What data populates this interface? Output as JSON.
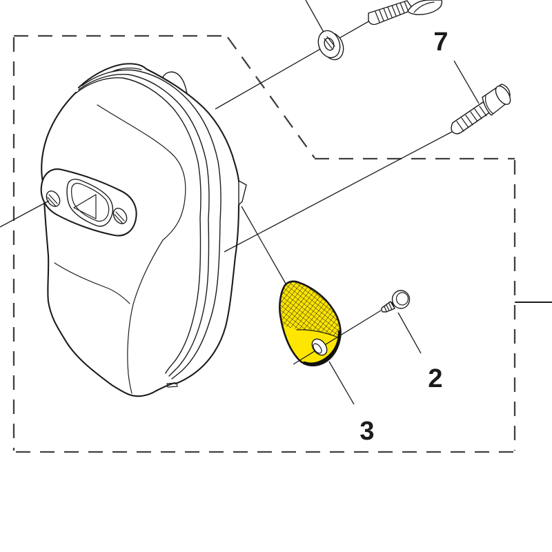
{
  "diagram": {
    "kind": "exploded-parts-diagram",
    "subject": "muffler-assembly",
    "callouts": [
      {
        "label": "7",
        "part": "bolt"
      },
      {
        "label": "2",
        "part": "screw"
      },
      {
        "label": "3",
        "part": "spark-arrestor-screen"
      }
    ],
    "highlighted_callout": "3"
  },
  "colors": {
    "background": "#ffffff",
    "line": "#1b1b1b",
    "dash": "#3f3f3f",
    "highlight": "#ffe600"
  }
}
